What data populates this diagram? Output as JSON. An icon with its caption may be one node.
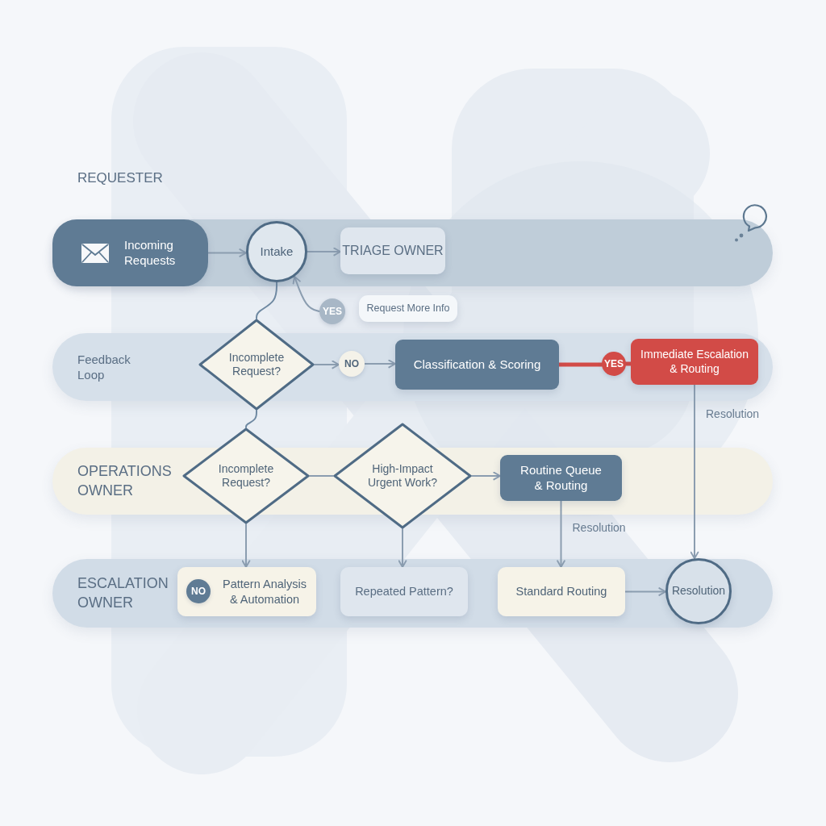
{
  "diagram": {
    "nodes": [
      {
        "text": [
          "REQUESTER"
        ]
      },
      {
        "text": [
          "Incoming Requests"
        ],
        "in": 0
      },
      {
        "text": [
          "Intake"
        ],
        "in": 0
      },
      {
        "text": [
          "TRIAGE OWNER"
        ],
        "in": 0
      },
      {
        "text": [
          "YES"
        ]
      },
      {
        "text": [
          "Request More Info"
        ]
      },
      {
        "text": [
          "Feedback Loop"
        ]
      },
      {
        "text": [
          "Incomplete Request?"
        ]
      },
      {
        "text": [
          "NO"
        ],
        "in": 6
      },
      {
        "text": [
          "Classification & Scoring"
        ],
        "in": 6
      },
      {
        "text": [
          "YES"
        ],
        "in": 6
      },
      {
        "text": [
          "Immediate Escalation & Routing"
        ],
        "in": 6
      },
      {
        "text": [
          "OPERATIONS OWNER"
        ]
      },
      {
        "text": [
          "Incomplete Request?"
        ]
      },
      {
        "text": [
          "High-Impact Urgent Work?"
        ]
      },
      {
        "text": [
          "Routine Queue & Routing"
        ],
        "in": 12
      },
      {
        "text": [
          "ESCALATION OWNER"
        ]
      },
      {
        "text": [
          "Pattern Analysis & Automation"
        ],
        "in": 16
      },
      {
        "text": [
          "NO"
        ],
        "in": 17
      },
      {
        "text": [
          "Repeated Pattern?"
        ],
        "in": 16
      },
      {
        "text": [
          "Standard Routing"
        ],
        "in": 16
      },
      {
        "text": [
          "Resolution"
        ],
        "in": 16
      }
    ],
    "edges": [
      {
        "from": 1,
        "to": 2,
        "arrow": "to"
      },
      {
        "from": 2,
        "to": 3,
        "arrow": "to"
      },
      {
        "from": 2,
        "to": 7,
        "arrow": "none",
        "color": "#6f89a2"
      },
      {
        "from": 4,
        "to": 2,
        "arrow": "to"
      },
      {
        "from": 7,
        "to": 8,
        "arrow": "to"
      },
      {
        "from": 8,
        "to": 9,
        "arrow": "to"
      },
      {
        "from": 9,
        "to": 10,
        "arrow": "none",
        "style": "thick",
        "color": "#d24b47"
      },
      {
        "from": 10,
        "to": 11,
        "arrow": "none",
        "style": "thick",
        "color": "#d24b47"
      },
      {
        "from": 7,
        "to": 13,
        "arrow": "none",
        "color": "#6f89a2"
      },
      {
        "from": 13,
        "to": 14,
        "arrow": "none"
      },
      {
        "from": 14,
        "to": 15,
        "arrow": "to"
      },
      {
        "from": 13,
        "to": 17,
        "arrow": "to"
      },
      {
        "from": 14,
        "to": 19,
        "arrow": "to"
      },
      {
        "from": 15,
        "to": 20,
        "arrow": "to",
        "label": "Resolution"
      },
      {
        "from": 11,
        "to": 21,
        "arrow": "to",
        "label": "Resolution"
      },
      {
        "from": 20,
        "to": 21,
        "arrow": "to"
      }
    ]
  }
}
